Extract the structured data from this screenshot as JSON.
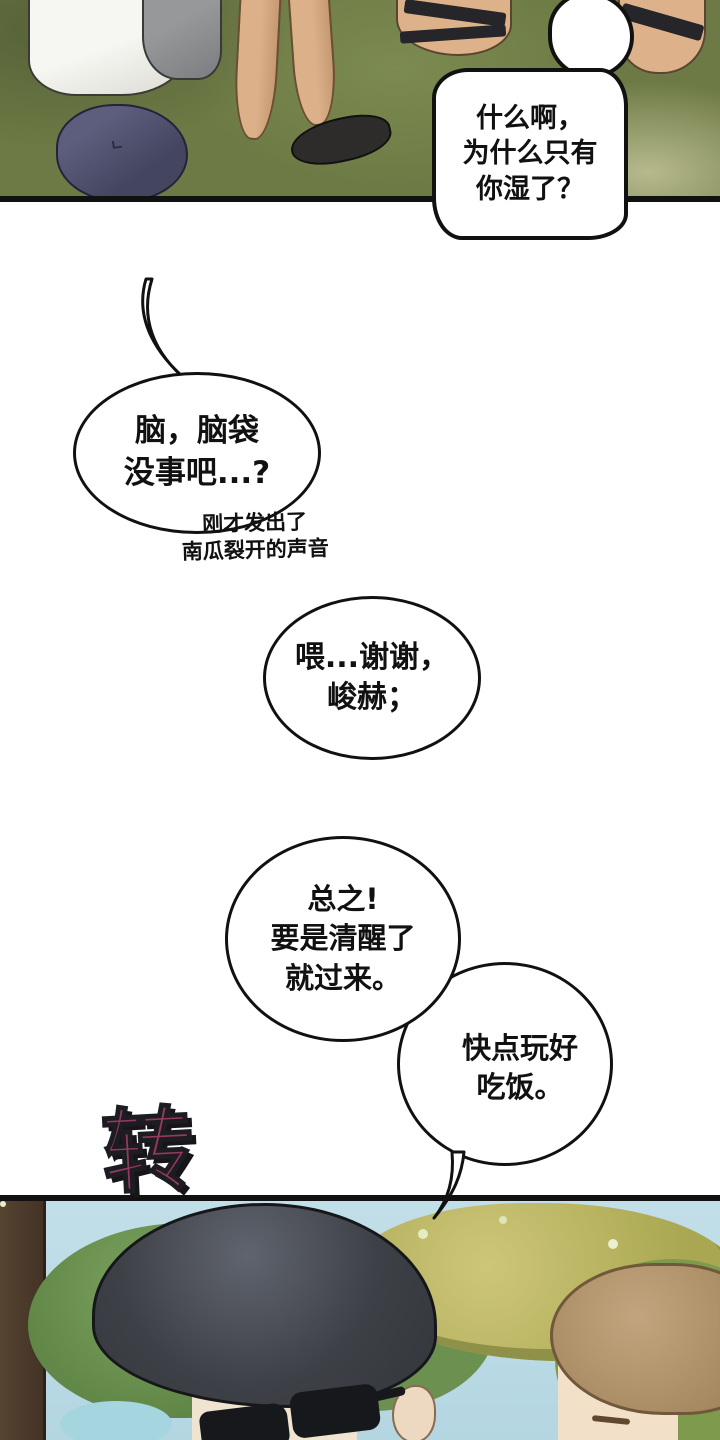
{
  "page_type": "webtoon-comic-page",
  "bubbles": {
    "top_right": "什么啊，\n为什么只有\n你湿了？",
    "head_ok": "脑，脑袋\n没事吧...?",
    "caption": "刚才发出了\n南瓜裂开的声音",
    "thanks": "喂...谢谢，\n峻赫；",
    "anyway": "总之!\n要是清醒了\n就过来。",
    "hurry": "快点玩好\n吃饭。"
  },
  "sfx": {
    "turn": "转",
    "color": "#943a5e"
  },
  "marks": {
    "cloth": "ㄴ"
  },
  "colors": {
    "panel_border": "#111111",
    "grass": "#6d7a45",
    "sky": "#bcdbe6",
    "foliage_green": "#6b9050",
    "foliage_yellow": "#b3af5e",
    "hair_left": "#3d4046",
    "hair_right": "#b5976f",
    "cloth_navy": "#4e4f6b",
    "bubble_fill": "#ffffff"
  }
}
